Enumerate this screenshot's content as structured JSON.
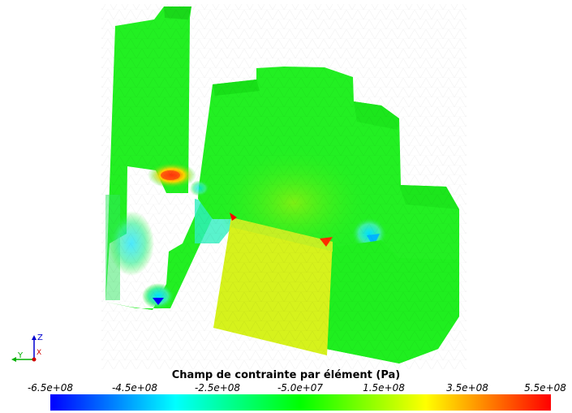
{
  "viewer": {
    "legend": {
      "title": "Champ de contrainte par élément (Pa)",
      "ticks": [
        "-6.5e+08",
        "-4.5e+08",
        "-2.5e+08",
        "-5.0e+07",
        "1.5e+08",
        "3.5e+08",
        "5.5e+08"
      ],
      "range": [
        -650000000.0,
        550000000.0
      ],
      "colormap": [
        "#0000ff",
        "#00ffff",
        "#00ff00",
        "#ffff00",
        "#ff0000"
      ]
    },
    "axes": {
      "x": "X",
      "y": "Y",
      "z": "Z"
    },
    "colors": {
      "base": "#1ff01f",
      "low_stress": "#00ffff",
      "mid_stress": "#e6f51a",
      "high_stress": "#ff2a00",
      "min_stress": "#0000ff"
    }
  }
}
